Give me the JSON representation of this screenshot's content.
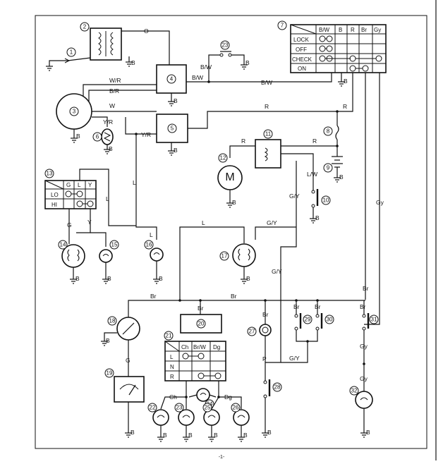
{
  "callouts": [
    "1",
    "2",
    "3",
    "4",
    "5",
    "6",
    "7",
    "8",
    "9",
    "10",
    "11",
    "12",
    "13",
    "14",
    "15",
    "16",
    "17",
    "18",
    "19",
    "20",
    "21",
    "22",
    "23",
    "24",
    "25",
    "26",
    "27",
    "28",
    "29",
    "30",
    "31",
    "32"
  ],
  "wire_labels": {
    "o": "O",
    "b_w_a": "B/W",
    "b_w_b": "B/W",
    "b_w_c": "B/W",
    "w_r": "W/R",
    "b_r": "B/R",
    "w": "W",
    "y_r_a": "Y/R",
    "y_r_b": "Y/R",
    "r_a": "R",
    "r_b": "R",
    "r_c": "R",
    "r_d": "R",
    "l_a": "L",
    "l_b": "L",
    "l_c": "L",
    "l_d": "L",
    "l_w": "L/W",
    "g_y_a": "G/Y",
    "g_y_b": "G/Y",
    "g_y_c": "G/Y",
    "g_a": "G",
    "g_b": "G",
    "y": "Y",
    "gy_a": "Gy",
    "gy_b": "Gy",
    "gy_c": "Gy",
    "br_a": "Br",
    "br_b": "Br",
    "br_c": "Br",
    "br_d": "Br",
    "br_e": "Br",
    "br_f": "Br",
    "br_g": "Br",
    "br_h": "Br",
    "p": "P",
    "ch": "Ch",
    "dg": "Dg",
    "ground": "B",
    "motor": "M"
  },
  "main_switch_table": {
    "columns": [
      "B/W",
      "B",
      "R",
      "Br",
      "Gy"
    ],
    "rows": [
      "LOCK",
      "OFF",
      "CHECK",
      "ON"
    ]
  },
  "dimmer_table": {
    "columns": [
      "G",
      "L",
      "Y"
    ],
    "rows": [
      "LO",
      "HI"
    ]
  },
  "neutral_table": {
    "columns": [
      "Ch",
      "Br/W",
      "Dg"
    ],
    "rows": [
      "L",
      "N",
      "R"
    ]
  },
  "page_footer": "-1-"
}
